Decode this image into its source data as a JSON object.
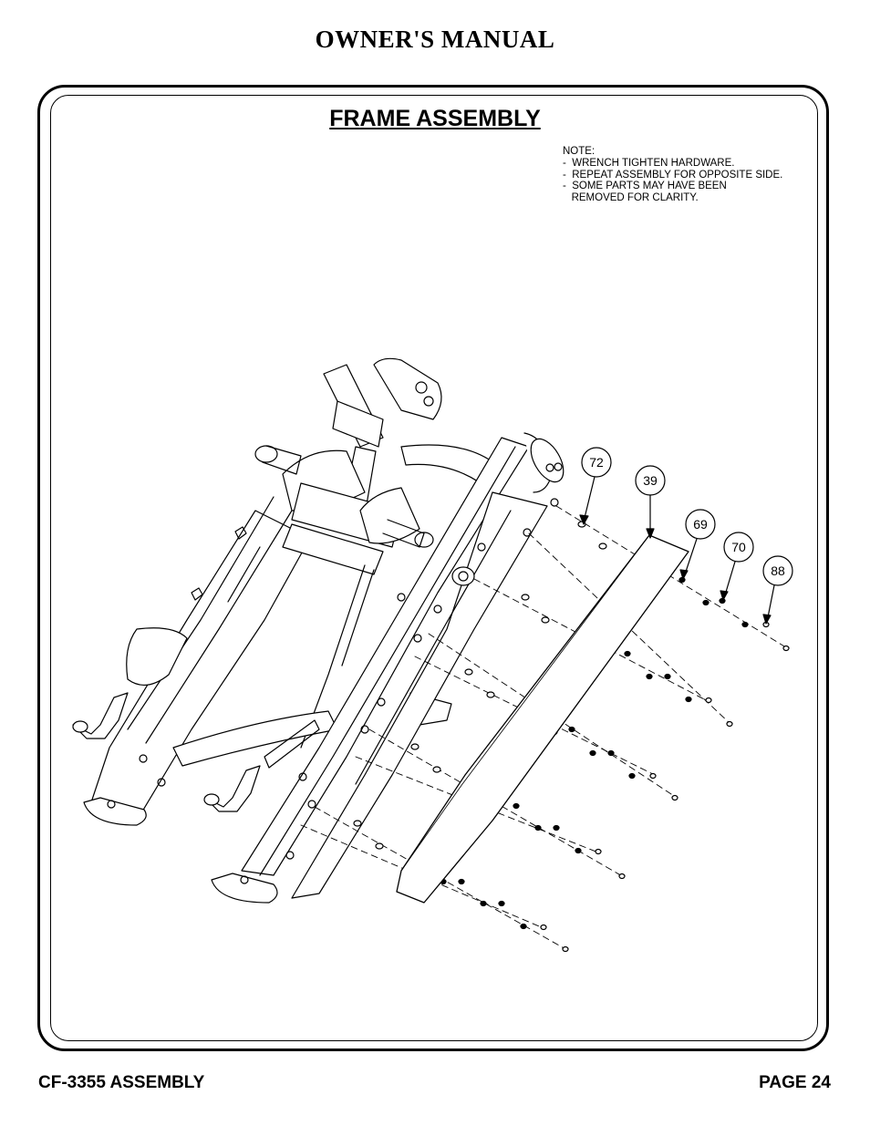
{
  "header": {
    "title": "OWNER'S MANUAL"
  },
  "section": {
    "title": "FRAME ASSEMBLY"
  },
  "note": {
    "lines": [
      "NOTE:",
      "-  WRENCH TIGHTEN HARDWARE.",
      "-  REPEAT ASSEMBLY FOR OPPOSITE SIDE.",
      "-  SOME PARTS MAY HAVE BEEN",
      "   REMOVED FOR CLARITY."
    ]
  },
  "callouts": [
    {
      "label": "72"
    },
    {
      "label": "39"
    },
    {
      "label": "69"
    },
    {
      "label": "70"
    },
    {
      "label": "88"
    }
  ],
  "footer": {
    "left": "CF-3355 ASSEMBLY",
    "right": "PAGE 24"
  }
}
